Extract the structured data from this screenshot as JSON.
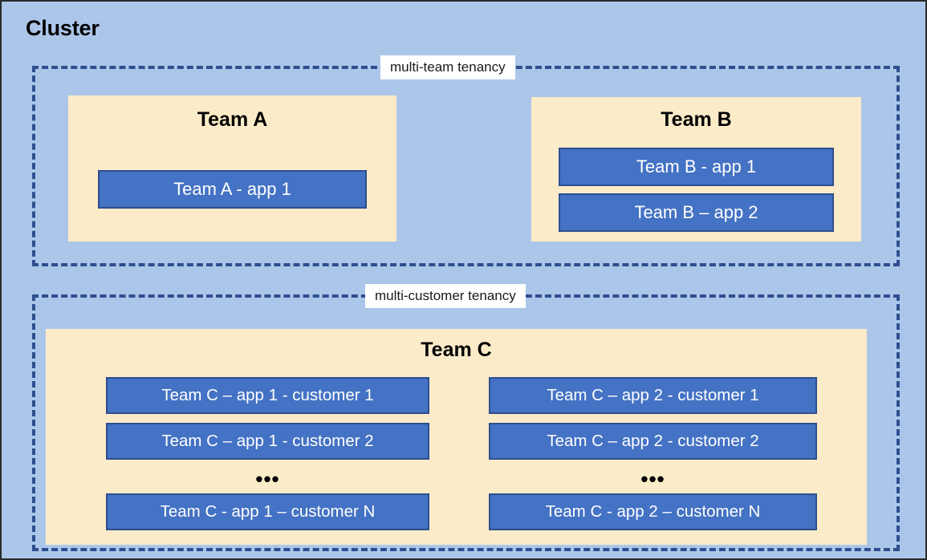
{
  "diagram": {
    "title": "Cluster",
    "background_color": "#ACC6E9",
    "panel_color": "#FCEBC8",
    "app_color": "#4472C4",
    "dashed_border_color": "#2E4E8F"
  },
  "groups": [
    {
      "id": "multi-team",
      "label": "multi-team tenancy",
      "teams": [
        {
          "id": "team-a",
          "title": "Team A",
          "apps": [
            {
              "label": "Team A - app 1"
            }
          ]
        },
        {
          "id": "team-b",
          "title": "Team B",
          "apps": [
            {
              "label": "Team B - app 1"
            },
            {
              "label": "Team B – app 2"
            }
          ]
        }
      ]
    },
    {
      "id": "multi-customer",
      "label": "multi-customer tenancy",
      "teams": [
        {
          "id": "team-c",
          "title": "Team C",
          "columns": [
            {
              "id": "app-1",
              "apps": [
                {
                  "label": "Team C – app 1 - customer 1"
                },
                {
                  "label": "Team C – app 1 - customer 2"
                }
              ],
              "ellipsis": "•••",
              "last_app": {
                "label": "Team C - app 1 – customer N"
              }
            },
            {
              "id": "app-2",
              "apps": [
                {
                  "label": "Team C – app 2 - customer 1"
                },
                {
                  "label": "Team C – app 2 - customer 2"
                }
              ],
              "ellipsis": "•••",
              "last_app": {
                "label": "Team C - app 2 – customer N"
              }
            }
          ]
        }
      ]
    }
  ]
}
